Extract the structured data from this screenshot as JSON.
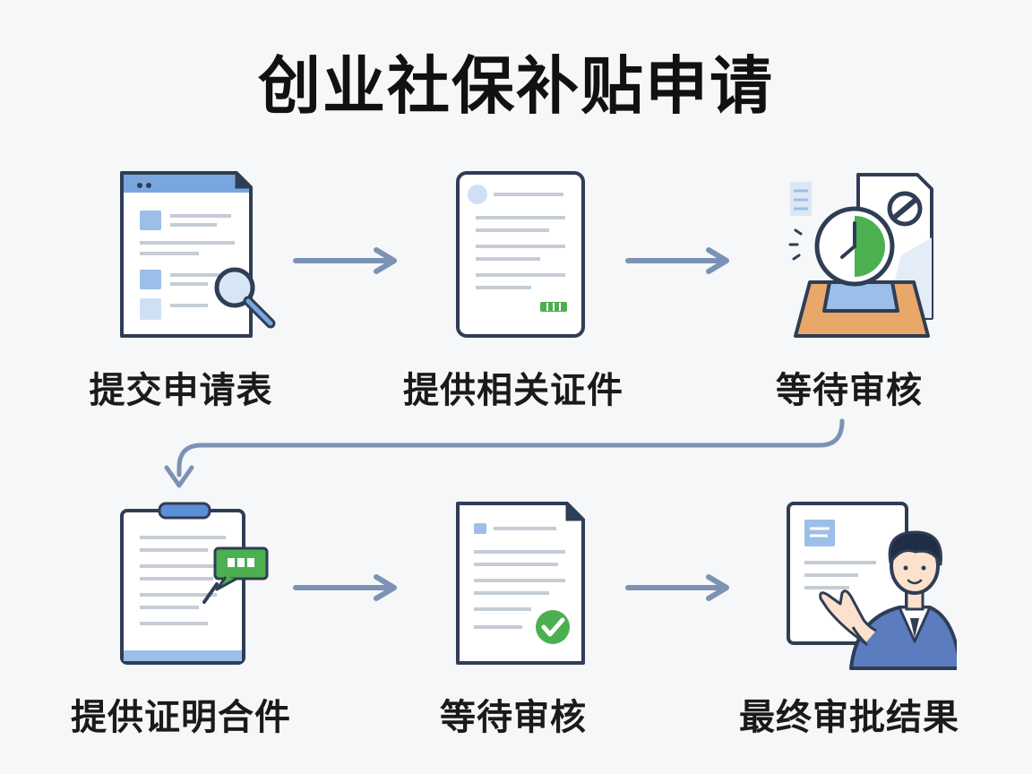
{
  "title": "创业社保补贴申请",
  "steps": [
    {
      "label": "提交申请表",
      "icon": "form-magnifier-icon"
    },
    {
      "label": "提供相关证件",
      "icon": "document-icon"
    },
    {
      "label": "等待审核",
      "icon": "review-clock-icon"
    },
    {
      "label": "提供证明合件",
      "icon": "clipboard-chat-icon"
    },
    {
      "label": "等待审核",
      "icon": "document-check-icon"
    },
    {
      "label": "最终审批结果",
      "icon": "officer-icon"
    }
  ],
  "colors": {
    "arrow": "#7b92b5",
    "outline": "#2f3d55",
    "accent_blue": "#7aa6df",
    "accent_green": "#4caf50",
    "desk_orange": "#e9a86a"
  }
}
